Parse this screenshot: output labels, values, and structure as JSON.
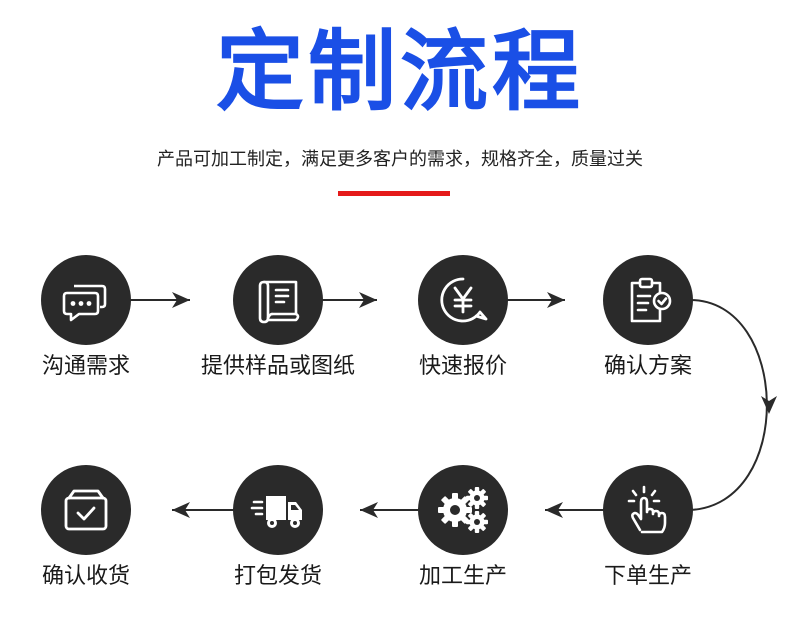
{
  "title": "定制流程",
  "subtitle": "产品可加工制定，满足更多客户的需求，规格齐全，质量过关",
  "colors": {
    "title": "#1a4fe6",
    "accent_line": "#e51a1a",
    "node_bg": "#2a2a2a",
    "arrow": "#2a2a2a"
  },
  "steps": [
    {
      "label": "沟通需求",
      "icon": "chat-bubbles-icon"
    },
    {
      "label": "提供样品或图纸",
      "icon": "blueprint-scroll-icon"
    },
    {
      "label": "快速报价",
      "icon": "yuan-price-icon"
    },
    {
      "label": "确认方案",
      "icon": "clipboard-check-icon"
    },
    {
      "label": "下单生产",
      "icon": "tap-finger-icon"
    },
    {
      "label": "加工生产",
      "icon": "gears-icon"
    },
    {
      "label": "打包发货",
      "icon": "delivery-truck-icon"
    },
    {
      "label": "确认收货",
      "icon": "receive-box-icon"
    }
  ]
}
